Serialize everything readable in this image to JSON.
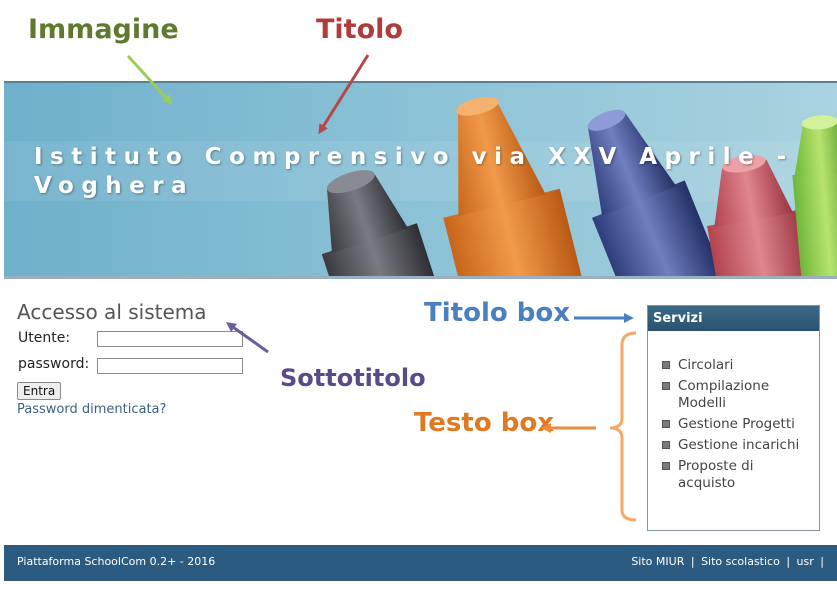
{
  "annotations": {
    "immagine": "Immagine",
    "titolo": "Titolo",
    "titolo_box": "Titolo box",
    "sottotitolo": "Sottotitolo",
    "testo_box": "Testo box"
  },
  "header": {
    "site_title": "Istituto Comprensivo via XXV Aprile - Voghera"
  },
  "login": {
    "title": "Accesso al sistema",
    "user_label": "Utente:",
    "password_label": "password:",
    "submit_label": "Entra",
    "forgot_link": "Password dimenticata?"
  },
  "services": {
    "title": "Servizi",
    "items": [
      {
        "label": "Circolari"
      },
      {
        "label": "Compilazione Modelli"
      },
      {
        "label": "Gestione Progetti"
      },
      {
        "label": "Gestione incarichi"
      },
      {
        "label": "Proposte di acquisto"
      }
    ]
  },
  "footer": {
    "platform": "Piattaforma SchoolCom 0.2+ - 2016",
    "links": [
      "Sito MIUR",
      "Sito scolastico",
      "usr"
    ],
    "separator": "|"
  },
  "colors": {
    "header_bar": "#2c5b82",
    "box_header": "#2f5d7b",
    "banner_sky": "#6aa7c3",
    "annotation_immagine": "#5f7a2e",
    "annotation_titolo": "#b03b3b",
    "annotation_titolo_box": "#4a7fc0",
    "annotation_sottotitolo": "#5b4a8a",
    "annotation_testo_box": "#e07a22"
  }
}
